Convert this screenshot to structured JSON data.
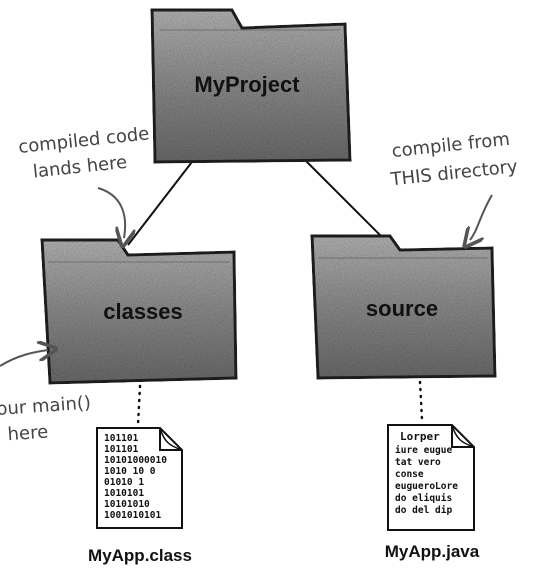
{
  "folders": {
    "root": {
      "label": "MyProject"
    },
    "classes": {
      "label": "classes"
    },
    "source": {
      "label": "source"
    }
  },
  "annotations": {
    "compiled_code": [
      "compiled code",
      "lands here"
    ],
    "compile_from": [
      "compile from",
      "THIS directory"
    ],
    "main_here": [
      "your main()",
      "here"
    ]
  },
  "files": {
    "class_file": {
      "name": "MyApp.class",
      "lines": [
        "101101",
        "101101",
        "10101000010",
        "1010 10 0",
        "01010  1",
        "1010101",
        "10101010",
        "1001010101"
      ]
    },
    "java_file": {
      "name": "MyApp.java",
      "lines": [
        "Lorper",
        "iure eugue",
        "tat vero",
        "conse",
        "eugueroLore",
        "do eliquis",
        "do del dip"
      ]
    }
  }
}
